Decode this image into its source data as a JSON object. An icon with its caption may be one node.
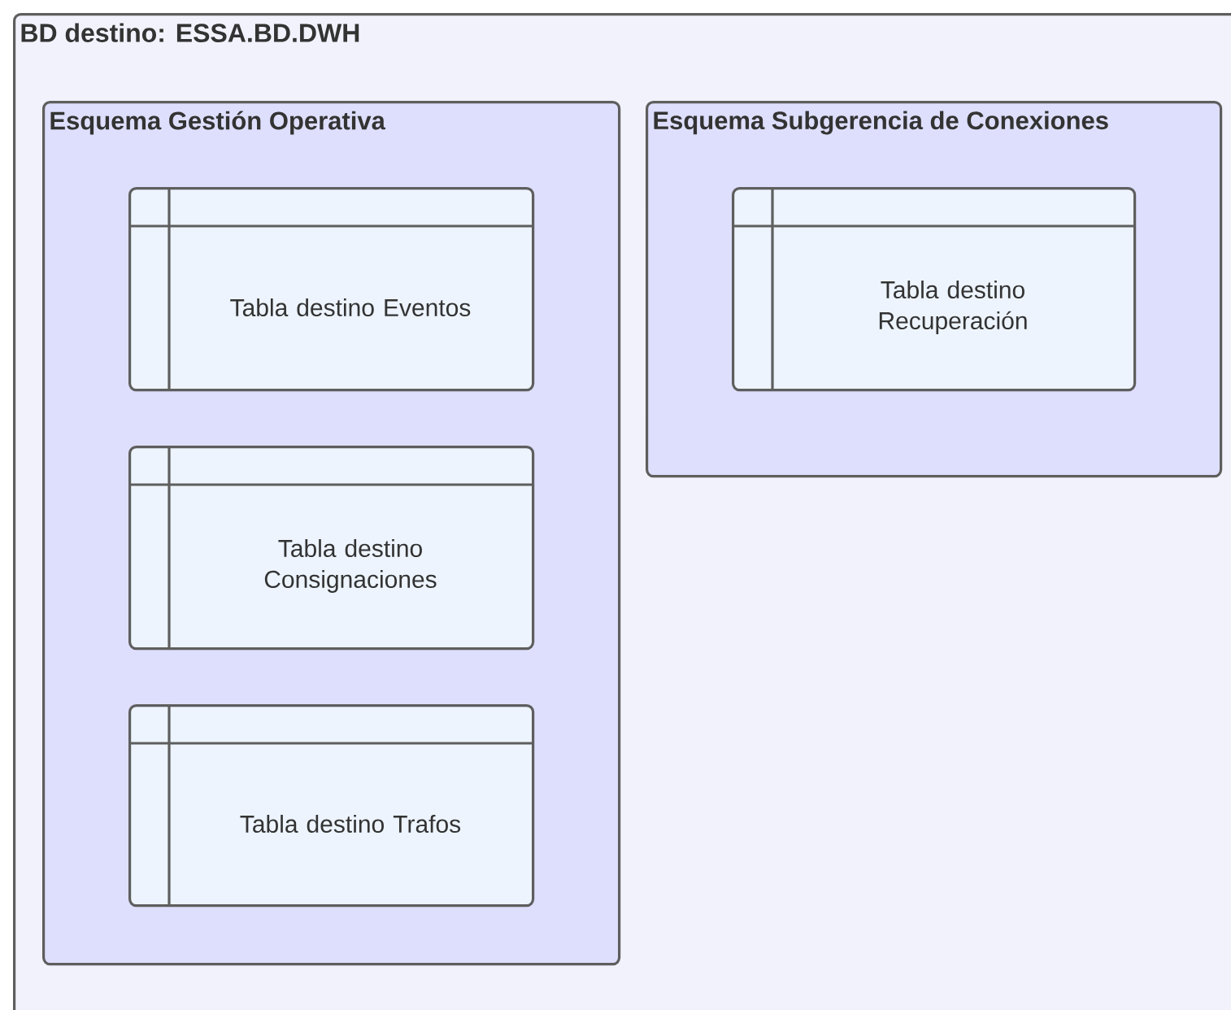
{
  "diagram": {
    "nodes": [
      {
        "text": [
          "BD destino: ESSA.BD.DWH"
        ]
      },
      {
        "text": [
          "Esquema Gestión Operativa"
        ],
        "in": 0
      },
      {
        "text": [
          "Tabla destino Eventos"
        ],
        "in": 1
      },
      {
        "text": [
          "Tabla destino Consignaciones"
        ],
        "in": 1
      },
      {
        "text": [
          "Tabla destino Trafos"
        ],
        "in": 1
      },
      {
        "text": [
          "Esquema Subgerencia de Conexiones"
        ],
        "in": 0
      },
      {
        "text": [
          "Tabla destino Recuperación"
        ],
        "in": 5
      }
    ]
  }
}
